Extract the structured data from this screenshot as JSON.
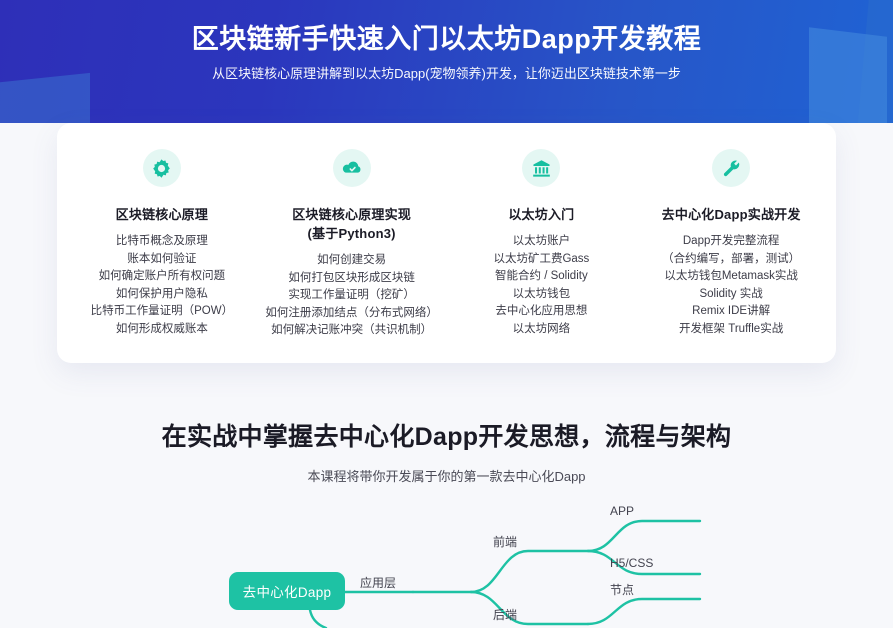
{
  "hero": {
    "title": "区块链新手快速入门以太坊Dapp开发教程",
    "subtitle": "从区块链核心原理讲解到以太坊Dapp(宠物领养)开发，让你迈出区块链技术第一步",
    "bg_gradient_from": "#2e2fb8",
    "bg_gradient_to": "#1f63d4"
  },
  "features": {
    "accent_color": "#1ec2a4",
    "icon_bg": "#e4f7f3",
    "columns": [
      {
        "icon": "gear-icon",
        "title_line1": "区块链核心原理",
        "title_line2": "",
        "items": [
          "比特币概念及原理",
          "账本如何验证",
          "如何确定账户所有权问题",
          "如何保护用户隐私",
          "比特币工作量证明（POW）",
          "如何形成权威账本"
        ]
      },
      {
        "icon": "cloud-check-icon",
        "title_line1": "区块链核心原理实现",
        "title_line2": "(基于Python3)",
        "items": [
          "如何创建交易",
          "如何打包区块形成区块链",
          "实现工作量证明（挖矿）",
          "如何注册添加结点（分布式网络）",
          "如何解决记账冲突（共识机制）"
        ]
      },
      {
        "icon": "bank-icon",
        "title_line1": "以太坊入门",
        "title_line2": "",
        "items": [
          "以太坊账户",
          "以太坊矿工费Gass",
          "智能合约 / Solidity",
          "以太坊钱包",
          "去中心化应用思想",
          "以太坊网络"
        ]
      },
      {
        "icon": "wrench-icon",
        "title_line1": "去中心化Dapp实战开发",
        "title_line2": "",
        "items": [
          "Dapp开发完整流程",
          "（合约编写，部署，测试）",
          "以太坊钱包Metamask实战",
          "Solidity 实战",
          "Remix IDE讲解",
          "开发框架 Truffle实战"
        ]
      }
    ]
  },
  "section2": {
    "title": "在实战中掌握去中心化Dapp开发思想，流程与架构",
    "subtitle": "本课程将带你开发属于你的第一款去中心化Dapp"
  },
  "mindmap": {
    "line_color": "#1ec2a4",
    "root": "去中心化Dapp",
    "labels": {
      "app_layer": "应用层",
      "frontend": "前端",
      "backend": "后端",
      "app": "APP",
      "h5css": "H5/CSS",
      "node": "节点"
    }
  }
}
